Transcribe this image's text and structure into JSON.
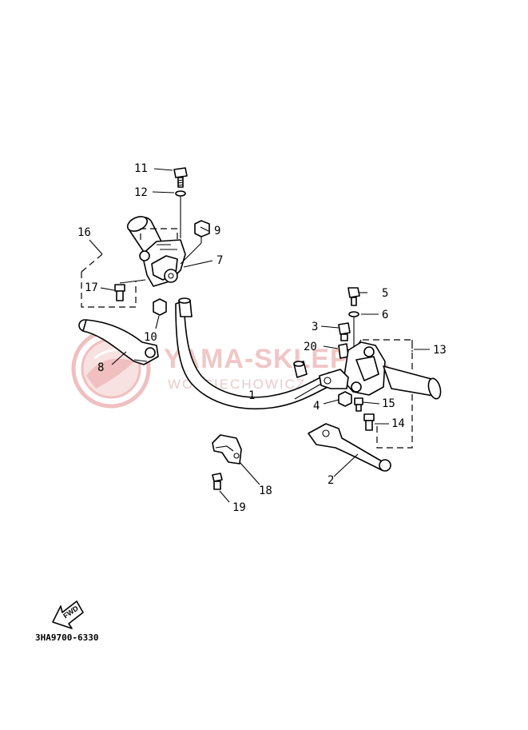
{
  "watermark": {
    "brand": "YAMA-SKLEP.PL",
    "tagline": "WOJCIECHOWICZ-YAMAHA",
    "logo_color": "#e07a7a"
  },
  "diagram_code": "3HA9700-6330",
  "fwd_label": "FWD",
  "callouts": [
    "1",
    "2",
    "3",
    "4",
    "5",
    "6",
    "7",
    "8",
    "9",
    "10",
    "11",
    "12",
    "13",
    "14",
    "15",
    "16",
    "17",
    "18",
    "19",
    "20"
  ]
}
